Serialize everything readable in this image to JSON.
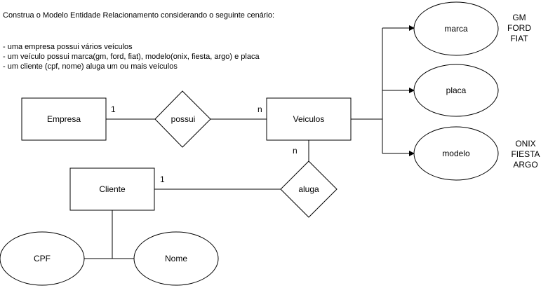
{
  "statement": {
    "title": "Construa o Modelo Entidade Relacionamento considerando o seguinte cenário:",
    "lines": [
      "- uma empresa possui vários veículos",
      "- um veículo possui marca(gm, ford, fiat), modelo(onix, fiesta, argo) e placa",
      "- um cliente (cpf, nome) aluga um ou mais veículos"
    ]
  },
  "entities": {
    "empresa": "Empresa",
    "veiculos": "Veiculos",
    "cliente": "Cliente"
  },
  "relationships": {
    "possui": "possui",
    "aluga": "aluga"
  },
  "attributes": {
    "marca": "marca",
    "placa": "placa",
    "modelo": "modelo",
    "cpf": "CPF",
    "nome": "Nome"
  },
  "cardinalities": {
    "empresa_possui": "1",
    "possui_veiculos": "n",
    "veiculos_aluga": "n",
    "cliente_aluga": "1"
  },
  "values": {
    "marca": [
      "GM",
      "FORD",
      "FIAT"
    ],
    "modelo": [
      "ONIX",
      "FIESTA",
      "ARGO"
    ]
  },
  "colors": {
    "stroke": "#000000",
    "fill": "#ffffff"
  }
}
